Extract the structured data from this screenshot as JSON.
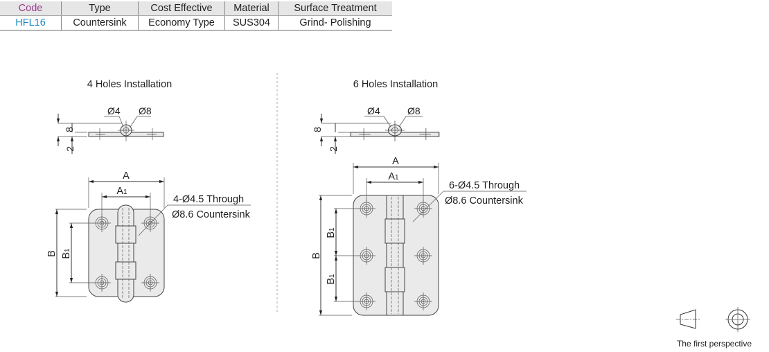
{
  "table": {
    "headers": [
      "Code",
      "Type",
      "Cost Effective",
      "Material",
      "Surface Treatment"
    ],
    "row": [
      "HFL16",
      "Countersink",
      "Economy Type",
      "SUS304",
      "Grind- Polishing"
    ]
  },
  "left": {
    "title": "4 Holes Installation",
    "dia_pin": "Ø4",
    "dia_knuckle": "Ø8",
    "dim_8": "8",
    "dim_2": "2",
    "dim_A": "A",
    "dim_A1": "A",
    "dim_A1_sub": "1",
    "dim_B": "B",
    "dim_B1": "B",
    "dim_B1_sub": "1",
    "callout_1": "4-Ø4.5 Through",
    "callout_2": "Ø8.6 Countersink"
  },
  "right": {
    "title": "6 Holes Installation",
    "dia_pin": "Ø4",
    "dia_knuckle": "Ø8",
    "dim_8": "8",
    "dim_2": "2",
    "dim_A": "A",
    "dim_A1": "A",
    "dim_A1_sub": "1",
    "dim_B": "B",
    "dim_B1": "B",
    "dim_B1_sub": "1",
    "callout_1": "6-Ø4.5 Through",
    "callout_2": "Ø8.6 Countersink"
  },
  "projection": {
    "label": "The first perspective"
  }
}
